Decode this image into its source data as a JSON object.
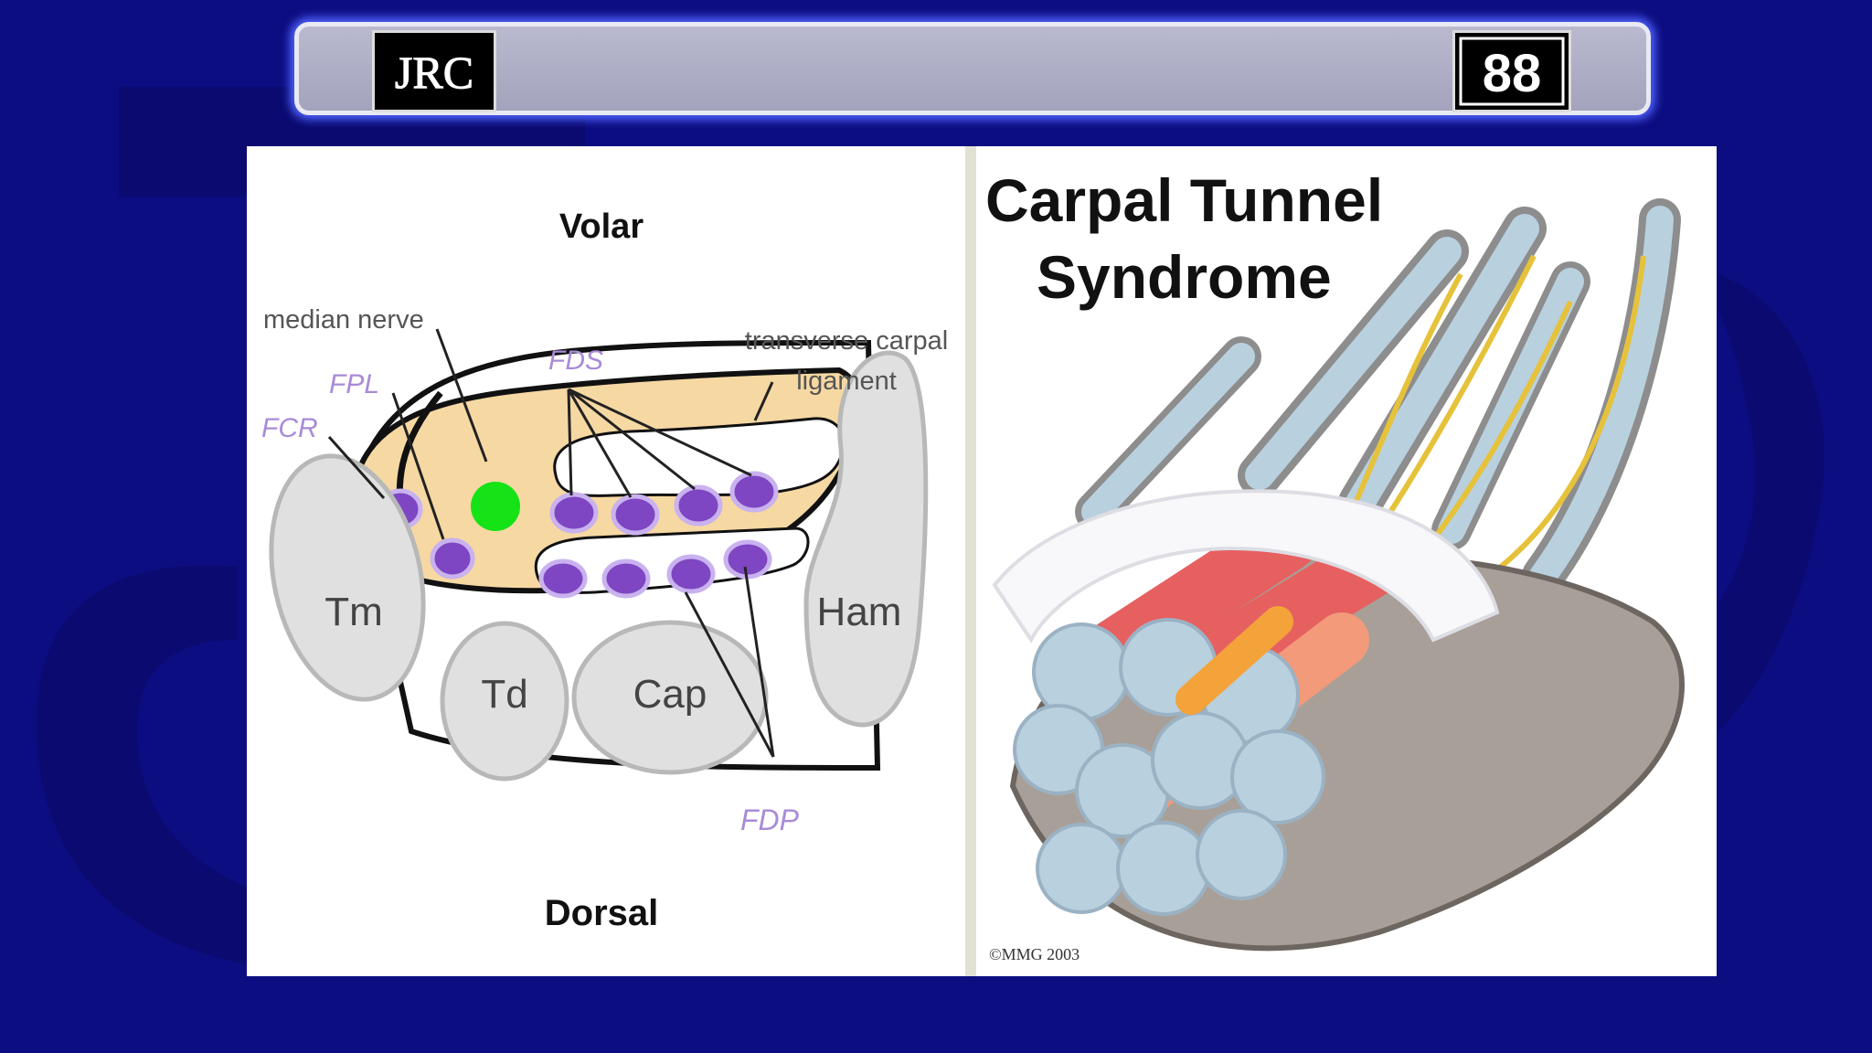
{
  "header": {
    "logo_left": {
      "text": "JRC",
      "icon": "jrc-logo"
    },
    "logo_right": {
      "text": "88",
      "icon": "emblem-logo"
    }
  },
  "cross_section": {
    "top_label": "Volar",
    "bottom_label": "Dorsal",
    "labels": {
      "median_nerve": "median nerve",
      "fds": "FDS",
      "fpl": "FPL",
      "fcr": "FCR",
      "transverse_line1": "transverse carpal",
      "transverse_line2": "ligament",
      "fdp": "FDP"
    },
    "bones": {
      "tm": "Tm",
      "td": "Td",
      "cap": "Cap",
      "ham": "Ham"
    }
  },
  "illustration": {
    "title_line1": "Carpal Tunnel",
    "title_line2": "Syndrome",
    "copyright": "©MMG 2003"
  },
  "colors": {
    "background": "#0d0d82",
    "tendon_purple": "#7e46c2",
    "median_nerve_green": "#15e315",
    "tunnel_fill": "#f6d8a3",
    "label_purple": "#a88bd8"
  }
}
